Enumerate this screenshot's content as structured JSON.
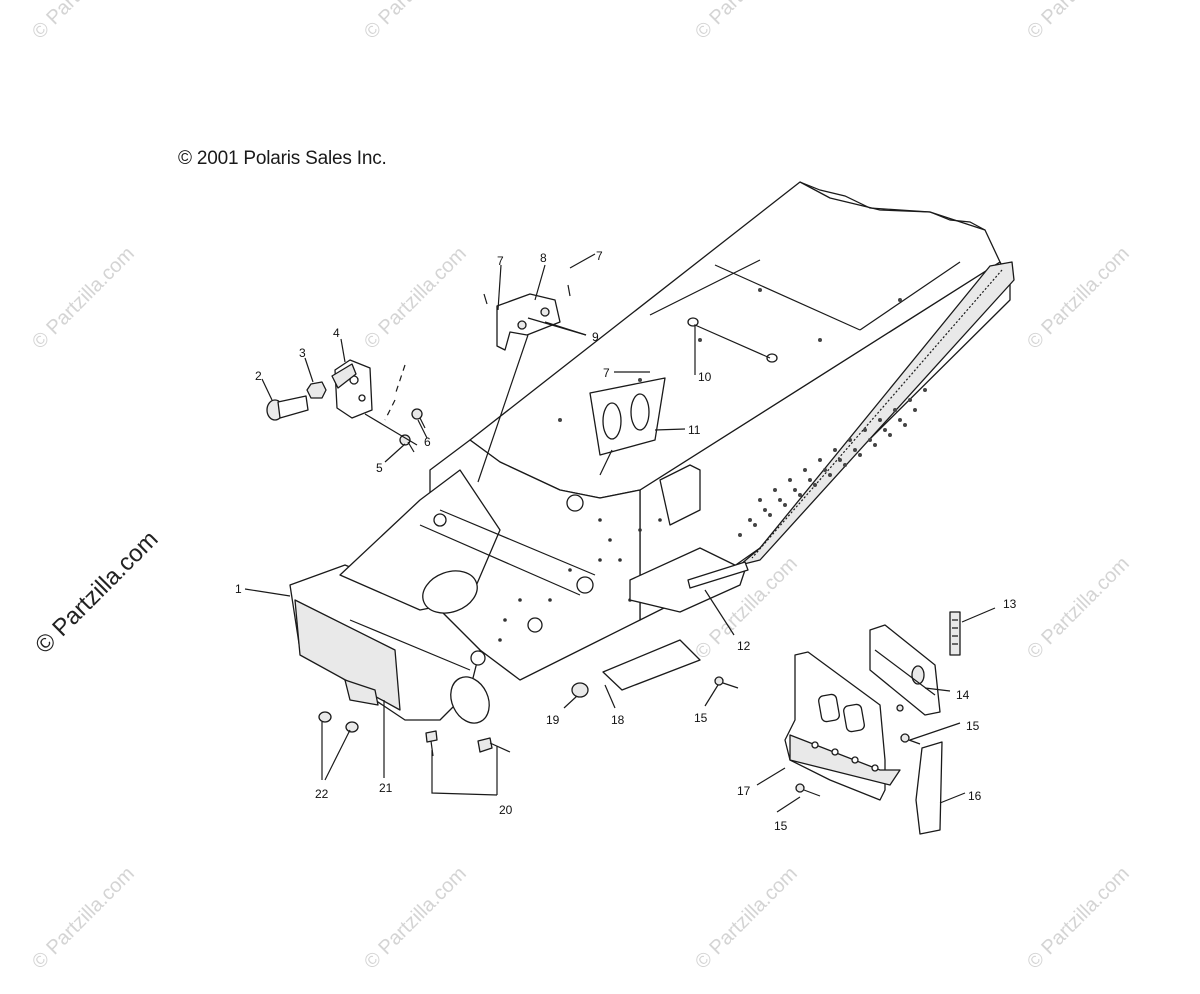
{
  "copyright": "© 2001 Polaris Sales Inc.",
  "side_watermark": "© Partzilla.com",
  "watermark_text": "© Partzilla.com",
  "callouts": {
    "c1": "1",
    "c2": "2",
    "c3": "3",
    "c4": "4",
    "c5": "5",
    "c6": "6",
    "c7a": "7",
    "c7b": "7",
    "c7c": "7",
    "c8": "8",
    "c9": "9",
    "c10": "10",
    "c11": "11",
    "c12": "12",
    "c13": "13",
    "c14": "14",
    "c15a": "15",
    "c15b": "15",
    "c15c": "15",
    "c16": "16",
    "c17": "17",
    "c18": "18",
    "c19": "19",
    "c20": "20",
    "c21": "21",
    "c22": "22"
  }
}
